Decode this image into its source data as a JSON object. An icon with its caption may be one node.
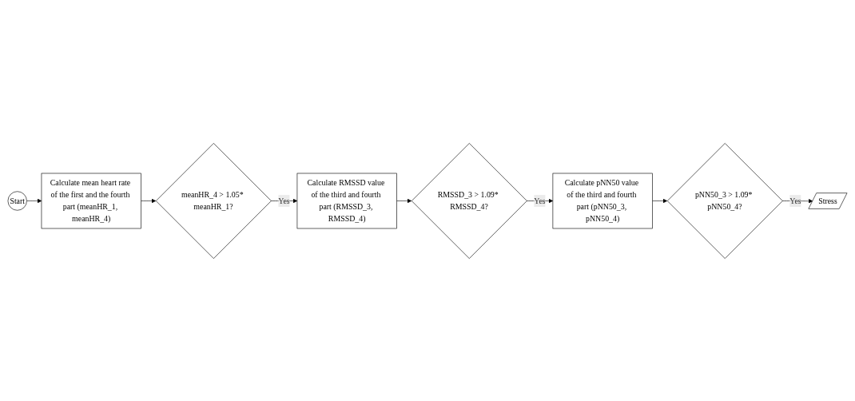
{
  "diagram": {
    "nodes": [
      {
        "text": [
          "Start"
        ]
      },
      {
        "text": [
          "Calculate mean heart rate of the first and the fourth part (meanHR_1, meanHR_4)"
        ]
      },
      {
        "text": [
          "meanHR_4 > 1.05* meanHR_1?"
        ]
      },
      {
        "text": [
          "Calculate RMSSD value of the third and fourth part (RMSSD_3, RMSSD_4)"
        ]
      },
      {
        "text": [
          "RMSSD_3 > 1.09* RMSSD_4?"
        ]
      },
      {
        "text": [
          "Calculate pNN50 value of the third and fourth part (pNN50_3, pNN50_4)"
        ]
      },
      {
        "text": [
          "pNN50_3 > 1.09* pNN50_4?"
        ]
      },
      {
        "text": [
          "Stress"
        ]
      }
    ],
    "edges": [
      {
        "from": 0,
        "to": 1,
        "arrow": "to"
      },
      {
        "from": 1,
        "to": 2,
        "arrow": "to"
      },
      {
        "from": 2,
        "to": 3,
        "arrow": "to",
        "label": "Yes"
      },
      {
        "from": 3,
        "to": 4,
        "arrow": "to"
      },
      {
        "from": 4,
        "to": 5,
        "arrow": "to",
        "label": "Yes"
      },
      {
        "from": 5,
        "to": 6,
        "arrow": "to"
      },
      {
        "from": 6,
        "to": 7,
        "arrow": "to",
        "label": "Yes"
      }
    ]
  }
}
